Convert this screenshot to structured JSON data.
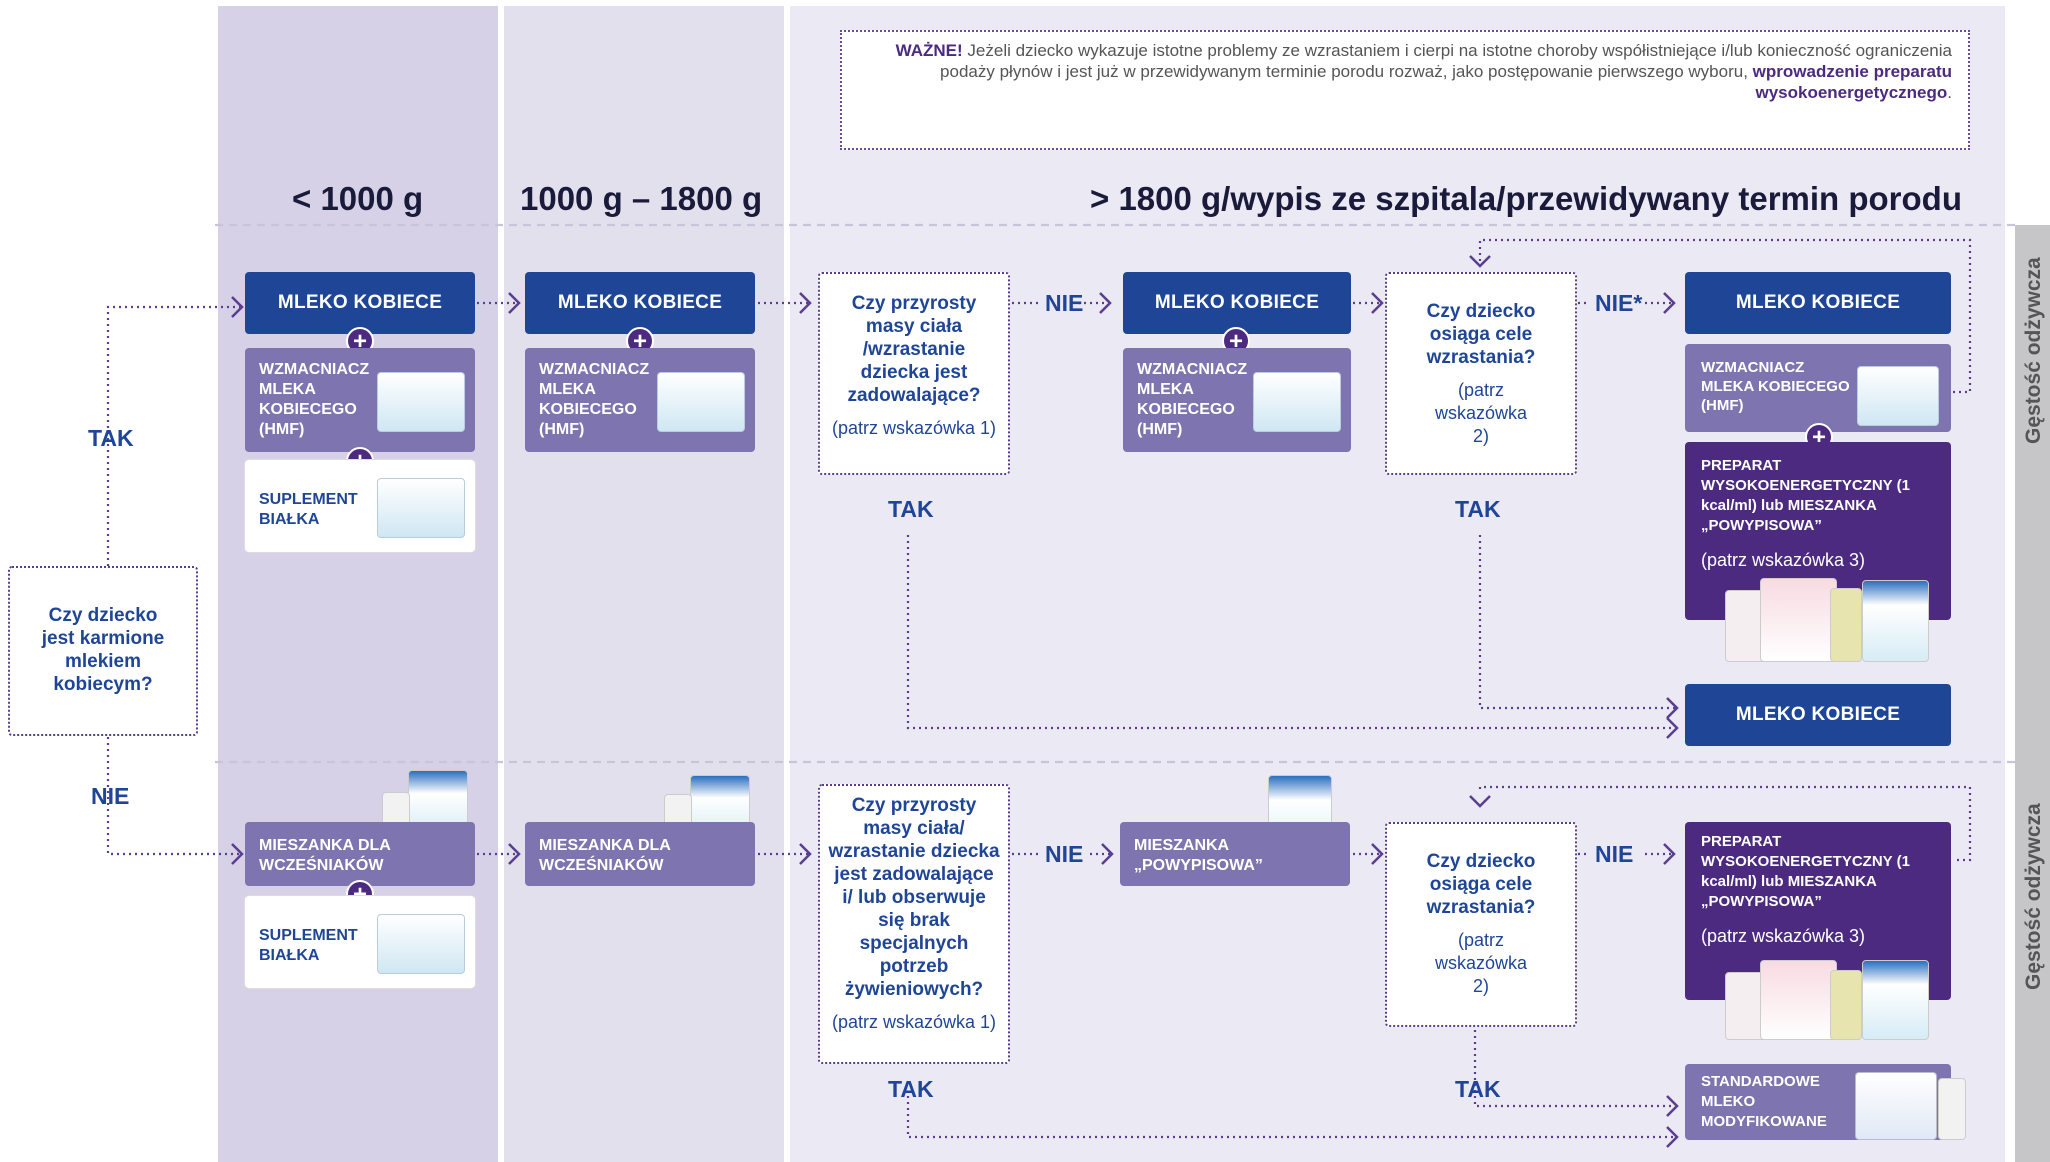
{
  "headers": {
    "col1": "< 1000 g",
    "col2": "1000 g – 1800 g",
    "col3": "> 1800 g/wypis ze szpitala/przewidywany termin porodu"
  },
  "important": {
    "lead": "WAŻNE!",
    "body": "Jeżeli dziecko wykazuje istotne problemy ze wzrastaniem i cierpi na istotne choroby współistniejące i/lub konieczność ograniczenia podaży płynów i jest już w przewidywanym terminie porodu rozważ, jako postępowanie pierwszego wyboru,",
    "emphasis": "wprowadzenie preparatu wysokoenergetycznego",
    "end": "."
  },
  "start_question": "Czy dziecko jest karmione mlekiem kobiecym?",
  "labels": {
    "tak": "TAK",
    "nie": "NIE",
    "nie_star": "NIE*"
  },
  "boxes": {
    "mleko_kobiece": "MLEKO KOBIECE",
    "wzmacniacz": "WZMACNIACZ MLEKA KOBIECEGO (HMF)",
    "suplement": "SUPLEMENT BIAŁKA",
    "mieszanka_wczes": "MIESZANKA DLA WCZEŚNIAKÓW",
    "mieszanka_powyp": "MIESZANKA „POWYPISOWA”",
    "preparat": "PREPARAT WYSOKOENERGETYCZNY (1 kcal/ml) lub MIESZANKA „POWYPISOWA”",
    "preparat_hint": "(patrz wskazówka 3)",
    "standard": "STANDARDOWE MLEKO MODYFIKOWANE"
  },
  "questions": {
    "q1_top": "Czy przyrosty masy ciała /wzrastanie dziecka jest zadowalające?",
    "q1_bottom": "Czy przyrosty masy ciała/ wzrastanie dziecka jest zadowalające i/ lub obserwuje się brak specjalnych potrzeb żywieniowych?",
    "q1_hint": "(patrz wskazówka 1)",
    "q2": "Czy dziecko osiąga cele wzrastania?",
    "q2_hint": "(patrz wskazówka 2)"
  },
  "side": {
    "text": "Gęstość odżywcza"
  },
  "colors": {
    "navy": "#1f4696",
    "lavender": "#7d74b0",
    "purple": "#4b2a80",
    "column": "#ddd8ea"
  },
  "icons": [
    "plus-icon",
    "arrow-right-icon",
    "arrow-down-icon",
    "product-box-image",
    "product-can-image"
  ]
}
